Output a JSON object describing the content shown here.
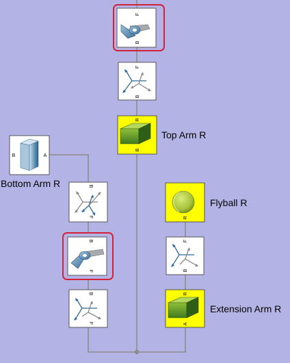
{
  "diagram": {
    "labels": {
      "top_arm": "Top Arm R",
      "bottom_arm": "Bottom Arm R",
      "flyball": "Flyball R",
      "extension_arm": "Extension Arm R"
    },
    "ports": {
      "base": "B",
      "follower": "F",
      "a": "A"
    },
    "colors": {
      "canvas": "#b3b3e6",
      "block_fill": "#ffffff",
      "solid_fill": "#ffff00",
      "highlight": "#d4213a",
      "connection": "#8c8c8c"
    }
  }
}
